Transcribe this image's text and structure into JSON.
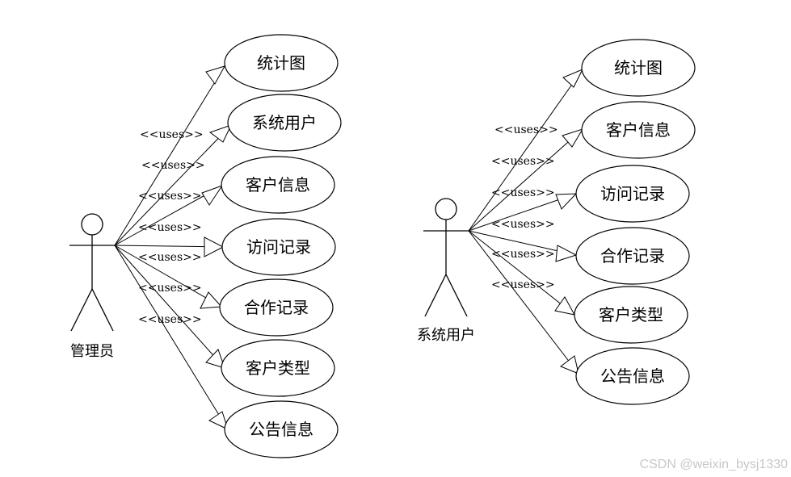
{
  "diagrams": [
    {
      "actor": {
        "label": "管理员"
      },
      "relation_label": "<<uses>>",
      "use_cases": [
        {
          "label": "统计图"
        },
        {
          "label": "系统用户"
        },
        {
          "label": "客户信息"
        },
        {
          "label": "访问记录"
        },
        {
          "label": "合作记录"
        },
        {
          "label": "客户类型"
        },
        {
          "label": "公告信息"
        }
      ],
      "uses_count": 7
    },
    {
      "actor": {
        "label": "系统用户"
      },
      "relation_label": "<<uses>>",
      "use_cases": [
        {
          "label": "统计图"
        },
        {
          "label": "客户信息"
        },
        {
          "label": "访问记录"
        },
        {
          "label": "合作记录"
        },
        {
          "label": "客户类型"
        },
        {
          "label": "公告信息"
        }
      ],
      "uses_count": 6
    }
  ],
  "watermark": "CSDN @weixin_bysj1330"
}
